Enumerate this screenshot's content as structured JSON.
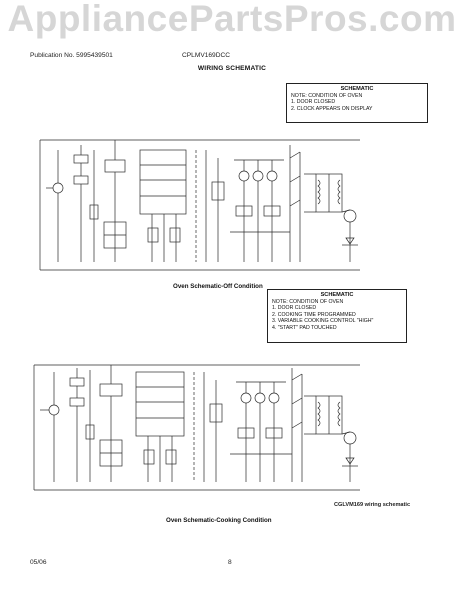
{
  "watermark": "AppliancePartsPros.com",
  "header": {
    "publication": "Publication No. 5995439501",
    "model": "CPLMV169DCC",
    "title": "WIRING SCHEMATIC"
  },
  "schematic_off": {
    "note_title": "SCHEMATIC",
    "note_lines": [
      "NOTE: CONDITION OF OVEN",
      "1.  DOOR CLOSED",
      "2.  CLOCK APPEARS ON DISPLAY"
    ],
    "caption": "Oven Schematic-Off Condition"
  },
  "schematic_cook": {
    "note_title": "SCHEMATIC",
    "note_lines": [
      "NOTE: CONDITION OF OVEN",
      "1.  DOOR CLOSED",
      "2.  COOKING TIME PROGRAMMED",
      "3.  VARIABLE COOKING CONTROL \"HIGH\"",
      "4.  \"START\" PAD TOUCHED"
    ],
    "caption": "Oven Schematic-Cooking Condition",
    "side_caption": "CGLVM169 wiring schematic"
  },
  "footer": {
    "date": "05/06",
    "page": "8"
  },
  "colors": {
    "ink": "#1a1a1a",
    "watermark": "#d6d6d6",
    "paper": "#ffffff"
  }
}
